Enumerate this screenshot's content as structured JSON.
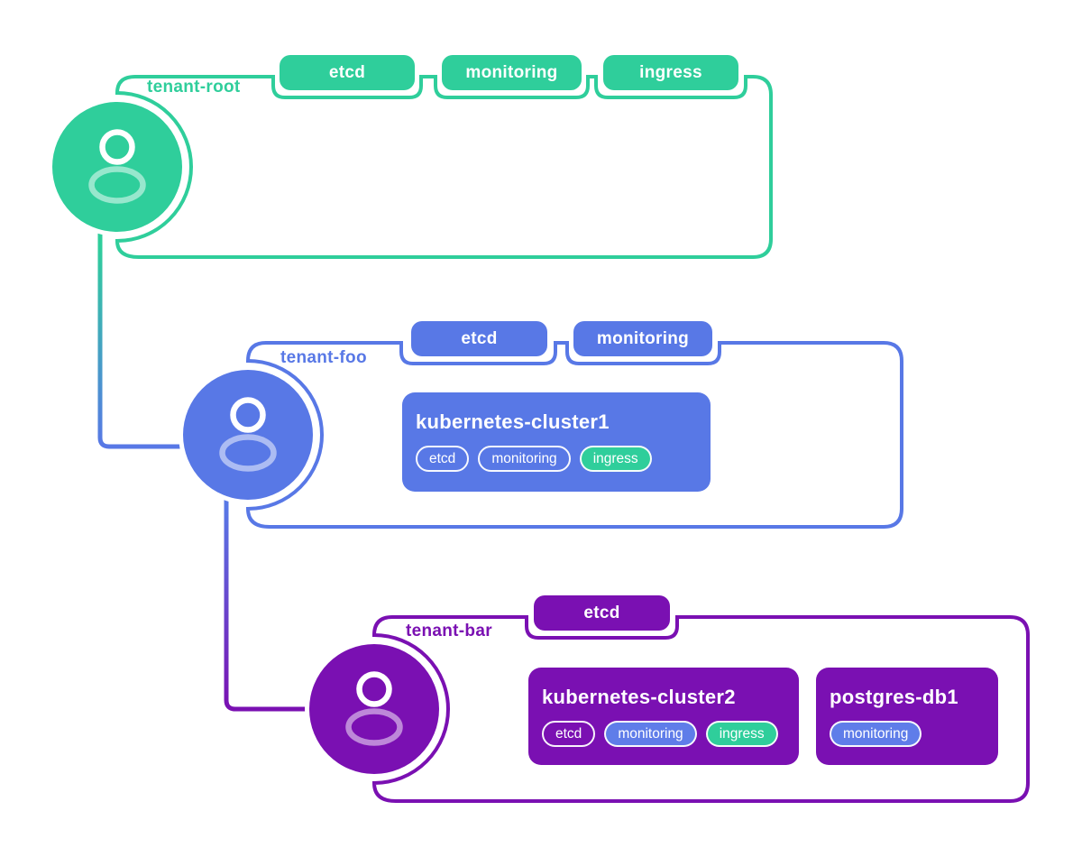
{
  "colors": {
    "tenant_root_green": "#2fce9b",
    "tenant_foo_blue": "#5878e6",
    "tenant_bar_purple": "#7a10b2",
    "pill_blue": "#5f7de9",
    "text_white": "#ffffff"
  },
  "icons": {
    "avatar": "user-icon"
  },
  "tenants": [
    {
      "name": "tenant-root",
      "tags": [
        "etcd",
        "monitoring",
        "ingress"
      ],
      "workloads": []
    },
    {
      "name": "tenant-foo",
      "tags": [
        "etcd",
        "monitoring"
      ],
      "workloads": [
        {
          "name": "kubernetes-cluster1",
          "pills": [
            {
              "label": "etcd",
              "variant": "outline"
            },
            {
              "label": "monitoring",
              "variant": "outline"
            },
            {
              "label": "ingress",
              "variant": "green"
            }
          ]
        }
      ]
    },
    {
      "name": "tenant-bar",
      "tags": [
        "etcd"
      ],
      "workloads": [
        {
          "name": "kubernetes-cluster2",
          "pills": [
            {
              "label": "etcd",
              "variant": "outline"
            },
            {
              "label": "monitoring",
              "variant": "blue"
            },
            {
              "label": "ingress",
              "variant": "green"
            }
          ]
        },
        {
          "name": "postgres-db1",
          "pills": [
            {
              "label": "monitoring",
              "variant": "blue"
            }
          ]
        }
      ]
    }
  ]
}
